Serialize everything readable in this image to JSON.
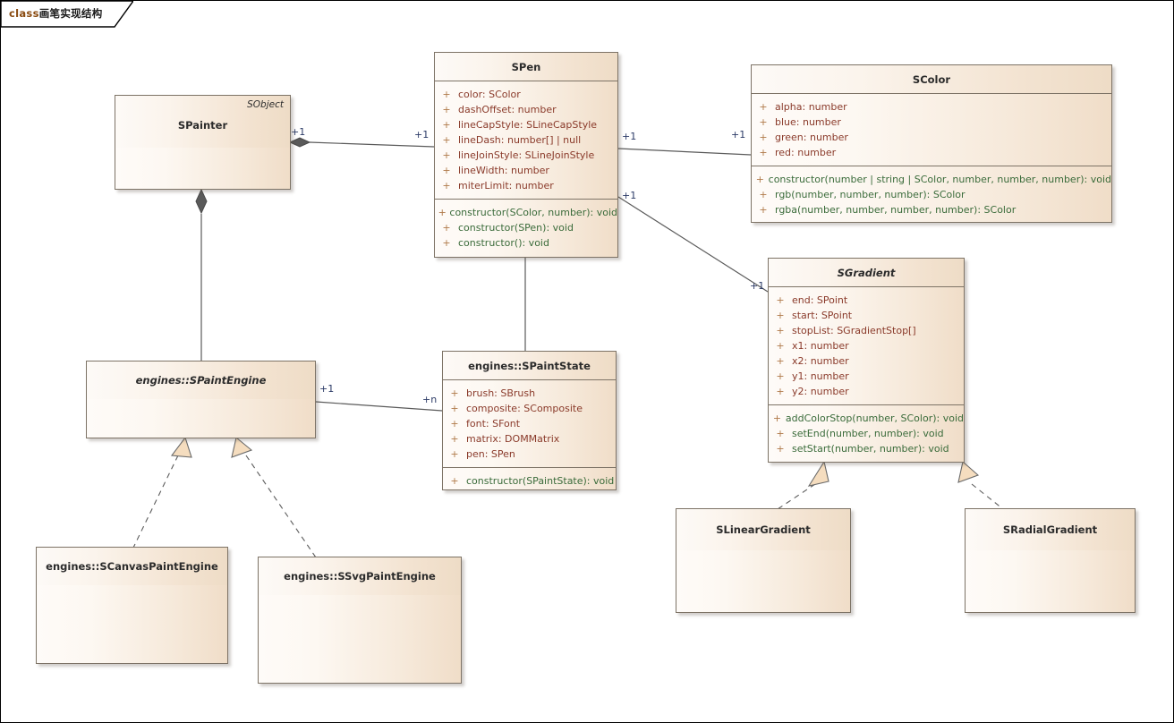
{
  "diagram": {
    "frame_keyword": "class",
    "frame_title": "画笔实现结构",
    "colors": {
      "box_fill_light": "#fefbf8",
      "box_fill_dark": "#f0ddc8",
      "box_border": "#7d7366",
      "attribute_text": "#8a3a2a",
      "operation_text": "#3a6b3a",
      "visibility_text": "#b07a4a",
      "multiplicity_text": "#2b3a66",
      "connector": "#5a5a5a"
    }
  },
  "classes": {
    "spainter": {
      "name": "SPainter",
      "stereotype": "SObject",
      "abstract": false
    },
    "spen": {
      "name": "SPen",
      "abstract": false,
      "attributes": [
        {
          "visibility": "+",
          "text": "color: SColor"
        },
        {
          "visibility": "+",
          "text": "dashOffset: number"
        },
        {
          "visibility": "+",
          "text": "lineCapStyle: SLineCapStyle"
        },
        {
          "visibility": "+",
          "text": "lineDash: number[] | null"
        },
        {
          "visibility": "+",
          "text": "lineJoinStyle: SLineJoinStyle"
        },
        {
          "visibility": "+",
          "text": "lineWidth: number"
        },
        {
          "visibility": "+",
          "text": "miterLimit: number"
        }
      ],
      "operations": [
        {
          "visibility": "+",
          "text": "constructor(SColor, number): void"
        },
        {
          "visibility": "+",
          "text": "constructor(SPen): void"
        },
        {
          "visibility": "+",
          "text": "constructor(): void"
        }
      ]
    },
    "scolor": {
      "name": "SColor",
      "abstract": false,
      "attributes": [
        {
          "visibility": "+",
          "text": "alpha: number"
        },
        {
          "visibility": "+",
          "text": "blue: number"
        },
        {
          "visibility": "+",
          "text": "green: number"
        },
        {
          "visibility": "+",
          "text": "red: number"
        }
      ],
      "operations": [
        {
          "visibility": "+",
          "text": "constructor(number | string | SColor, number, number, number): void"
        },
        {
          "visibility": "+",
          "text": "rgb(number, number, number): SColor"
        },
        {
          "visibility": "+",
          "text": "rgba(number, number, number, number): SColor"
        }
      ]
    },
    "sgradient": {
      "name": "SGradient",
      "abstract": true,
      "attributes": [
        {
          "visibility": "+",
          "text": "end: SPoint"
        },
        {
          "visibility": "+",
          "text": "start: SPoint"
        },
        {
          "visibility": "+",
          "text": "stopList: SGradientStop[]"
        },
        {
          "visibility": "+",
          "text": "x1: number"
        },
        {
          "visibility": "+",
          "text": "x2: number"
        },
        {
          "visibility": "+",
          "text": "y1: number"
        },
        {
          "visibility": "+",
          "text": "y2: number"
        }
      ],
      "operations": [
        {
          "visibility": "+",
          "text": "addColorStop(number, SColor): void"
        },
        {
          "visibility": "+",
          "text": "setEnd(number, number): void"
        },
        {
          "visibility": "+",
          "text": "setStart(number, number): void"
        }
      ]
    },
    "spaintengine": {
      "name": "engines::SPaintEngine",
      "abstract": true
    },
    "spaintstate": {
      "name": "engines::SPaintState",
      "abstract": false,
      "attributes": [
        {
          "visibility": "+",
          "text": "brush: SBrush"
        },
        {
          "visibility": "+",
          "text": "composite: SComposite"
        },
        {
          "visibility": "+",
          "text": "font: SFont"
        },
        {
          "visibility": "+",
          "text": "matrix: DOMMatrix"
        },
        {
          "visibility": "+",
          "text": "pen: SPen"
        }
      ],
      "operations": [
        {
          "visibility": "+",
          "text": "constructor(SPaintState): void"
        }
      ]
    },
    "scanvaspaintengine": {
      "name": "engines::SCanvasPaintEngine",
      "abstract": false
    },
    "ssvgpaintengine": {
      "name": "engines::SSvgPaintEngine",
      "abstract": false
    },
    "slineargradient": {
      "name": "SLinearGradient",
      "abstract": false
    },
    "sradialgradient": {
      "name": "SRadialGradient",
      "abstract": false
    }
  },
  "multiplicities": {
    "painter_pen_source": "+1",
    "painter_pen_target": "+1",
    "pen_color_source": "+1",
    "pen_color_target": "+1",
    "pen_gradient_source": "+1",
    "pen_gradient_target": "+1",
    "engine_state_source": "+1",
    "engine_state_target": "+n"
  }
}
